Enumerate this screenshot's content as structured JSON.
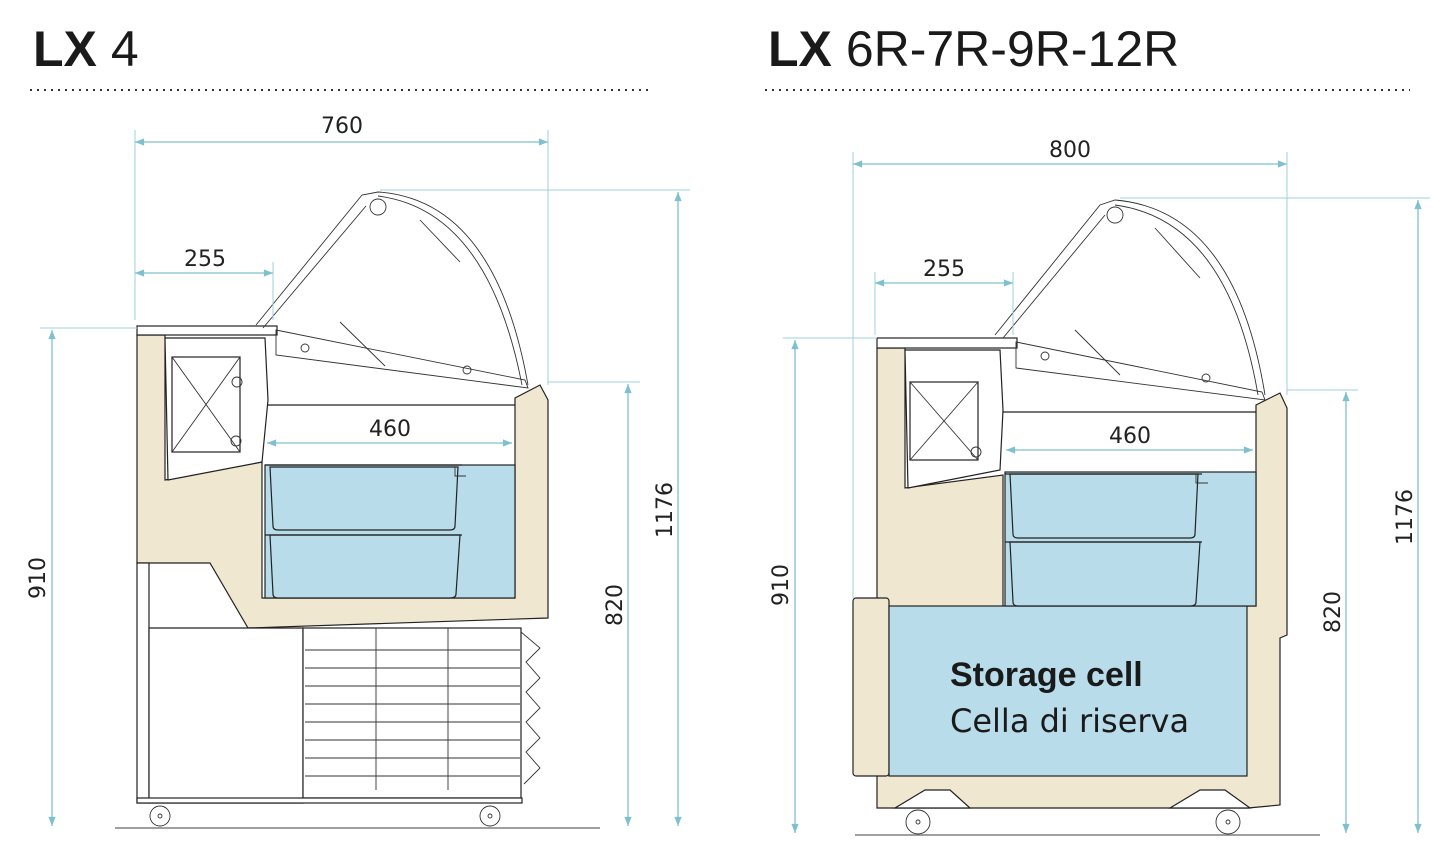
{
  "left": {
    "title_bold": "LX",
    "title_rest": "4",
    "dims": {
      "width": "760",
      "depth_top": "255",
      "pan": "460",
      "counter_height": "910",
      "height_low": "820",
      "height_total": "1176"
    }
  },
  "right": {
    "title_bold": "LX",
    "title_rest": "6R-7R-9R-12R",
    "dims": {
      "width": "800",
      "depth_top": "255",
      "pan": "460",
      "counter_height": "910",
      "height_low": "820",
      "height_total": "1176"
    },
    "storage_label_en": "Storage cell",
    "storage_label_it": "Cella di riserva"
  },
  "colors": {
    "body": "#efe7cf",
    "tank": "#b8dcea",
    "dimension": "#7fc0cf"
  }
}
